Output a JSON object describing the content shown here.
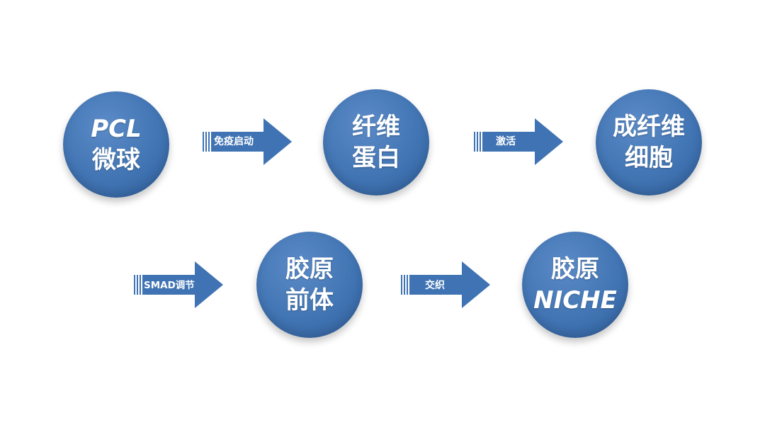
{
  "nodes": [
    {
      "id": "pcl",
      "line1": "PCL",
      "line2": "微球"
    },
    {
      "id": "fibrin",
      "line1": "纤维",
      "line2": "蛋白"
    },
    {
      "id": "fibroblast",
      "line1": "成纤维",
      "line2": "细胞"
    },
    {
      "id": "procollagen",
      "line1": "胶原",
      "line2": "前体"
    },
    {
      "id": "niche",
      "line1": "胶原",
      "line2": "NICHE"
    }
  ],
  "arrows": [
    {
      "label": "免疫启动"
    },
    {
      "label": "激活"
    },
    {
      "label": "SMAD调节"
    },
    {
      "label": "交织"
    }
  ],
  "colors": {
    "node_fill": "#4275b4",
    "arrow_fill": "#3f73b3",
    "text": "#ffffff"
  }
}
